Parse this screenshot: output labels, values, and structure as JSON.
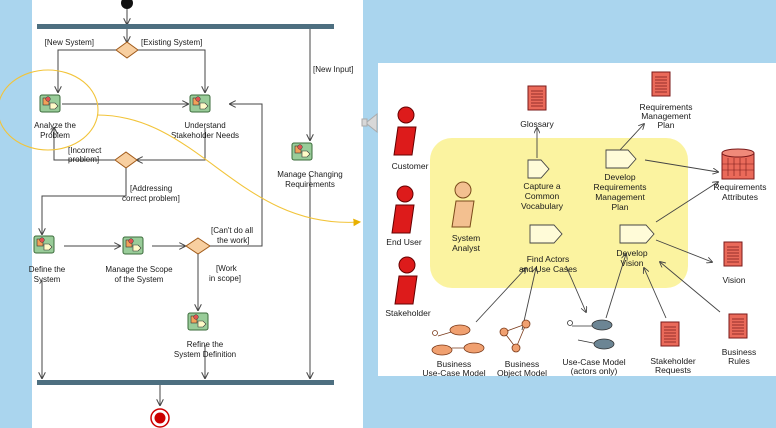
{
  "activity_diagram": {
    "guard_new_system": "[New System]",
    "guard_existing_system": "[Existing System]",
    "guard_new_input": "[New Input]",
    "guard_incorrect_problem": [
      "[Incorrect",
      "problem]"
    ],
    "guard_addressing_correct": [
      "[Addressing",
      "correct problem]"
    ],
    "guard_cant_do_all": [
      "[Can't do all",
      "the work]"
    ],
    "guard_work_in_scope": [
      "[Work",
      "in scope]"
    ],
    "analyze_problem": [
      "Analyze the",
      "Problem"
    ],
    "understand_needs": [
      "Understand",
      "Stakeholder Needs"
    ],
    "manage_changing": [
      "Manage Changing",
      "Requirements"
    ],
    "define_system": [
      "Define the",
      "System"
    ],
    "manage_scope": [
      "Manage the Scope",
      "of the System"
    ],
    "refine_definition": [
      "Refine the",
      "System Definition"
    ]
  },
  "workflow_detail": {
    "roles": {
      "customer": "Customer",
      "end_user": "End User",
      "stakeholder": "Stakeholder",
      "system_analyst": [
        "System",
        "Analyst"
      ]
    },
    "activities": {
      "capture_vocabulary": [
        "Capture a",
        "Common",
        "Vocabulary"
      ],
      "develop_rmp": [
        "Develop",
        "Requirements",
        "Management",
        "Plan"
      ],
      "find_actors": [
        "Find Actors",
        "and Use Cases"
      ],
      "develop_vision": [
        "Develop",
        "Vision"
      ]
    },
    "artifacts": {
      "glossary": "Glossary",
      "req_mgmt_plan": [
        "Requirements",
        "Management",
        "Plan"
      ],
      "req_attributes": [
        "Requirements",
        "Attributes"
      ],
      "vision": "Vision",
      "business_use_case_model": [
        "Business",
        "Use-Case Model"
      ],
      "business_object_model": [
        "Business",
        "Object Model"
      ],
      "use_case_model": [
        "Use-Case Model",
        "(actors only)"
      ],
      "stakeholder_requests": [
        "Stakeholder",
        "Requests"
      ],
      "business_rules": [
        "Business",
        "Rules"
      ]
    }
  },
  "colors": {
    "activity_fill": "#99cc99",
    "decision_fill": "#f8cfa0",
    "role_red": "#dd1b1b",
    "role_tan": "#f3c090",
    "focus_area": "#fbf3a0",
    "sync_bar": "#4d6f80",
    "callout": "#f2c43a"
  }
}
